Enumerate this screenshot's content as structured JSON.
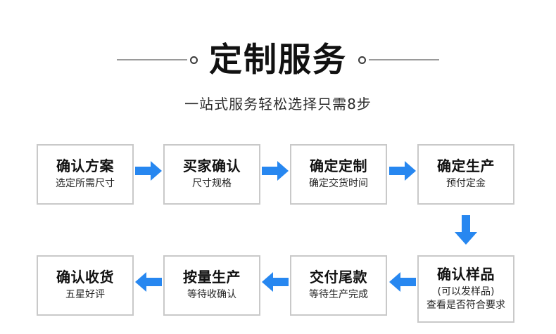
{
  "header": {
    "title": "定制服务",
    "subtitle": "一站式服务轻松选择只需8步",
    "left_decoration_icon": "line-circle-decoration",
    "right_decoration_icon": "circle-line-decoration"
  },
  "colors": {
    "arrow_blue": "#2787f0",
    "box_border": "#c9c9c9",
    "title_text": "#111111",
    "decoration_line": "#9a9a9a",
    "decoration_circle": "#3a3a3a",
    "background": "#ffffff"
  },
  "flow": {
    "step_count": 8,
    "nodes": [
      {
        "id": 1,
        "title": "确认方案",
        "sub": "选定所需尺寸",
        "sub2": ""
      },
      {
        "id": 2,
        "title": "买家确认",
        "sub": "尺寸规格",
        "sub2": ""
      },
      {
        "id": 3,
        "title": "确定定制",
        "sub": "确定交货时间",
        "sub2": ""
      },
      {
        "id": 4,
        "title": "确定生产",
        "sub": "预付定金",
        "sub2": ""
      },
      {
        "id": 5,
        "title": "确认样品",
        "sub": "(可以发样品)",
        "sub2": "查看是否符合要求"
      },
      {
        "id": 6,
        "title": "交付尾款",
        "sub": "等待生产完成",
        "sub2": ""
      },
      {
        "id": 7,
        "title": "按量生产",
        "sub": "等待收确认",
        "sub2": ""
      },
      {
        "id": 8,
        "title": "确认收货",
        "sub": "五星好评",
        "sub2": ""
      }
    ],
    "arrows": [
      {
        "id": "arrow-1",
        "direction": "right",
        "icon": "arrow-right-icon",
        "from": 1,
        "to": 2
      },
      {
        "id": "arrow-2",
        "direction": "right",
        "icon": "arrow-right-icon",
        "from": 2,
        "to": 3
      },
      {
        "id": "arrow-3",
        "direction": "right",
        "icon": "arrow-right-icon",
        "from": 3,
        "to": 4
      },
      {
        "id": "arrow-down",
        "direction": "down",
        "icon": "arrow-down-icon",
        "from": 4,
        "to": 5
      },
      {
        "id": "arrow-4",
        "direction": "left",
        "icon": "arrow-left-icon",
        "from": 5,
        "to": 6
      },
      {
        "id": "arrow-5",
        "direction": "left",
        "icon": "arrow-left-icon",
        "from": 6,
        "to": 7
      },
      {
        "id": "arrow-6",
        "direction": "left",
        "icon": "arrow-left-icon",
        "from": 7,
        "to": 8
      }
    ]
  }
}
